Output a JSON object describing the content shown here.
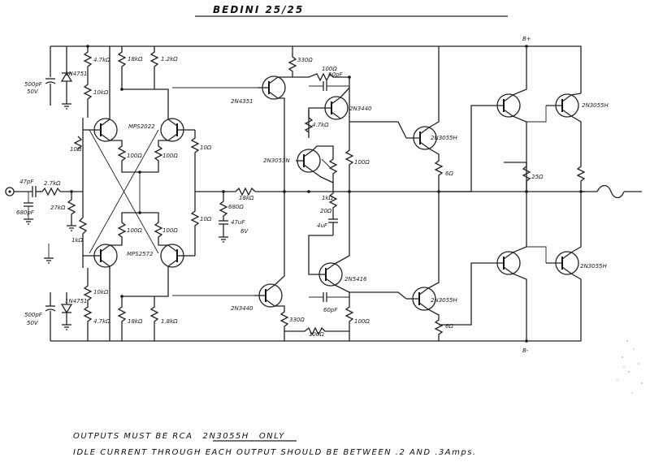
{
  "title": "BEDINI 25/25",
  "rails": {
    "positive": "B+",
    "negative": "B-"
  },
  "notes": {
    "line1_prefix": "OUTPUTS MUST BE RCA",
    "line1_part": "2N3055H",
    "line1_suffix": "ONLY",
    "line2": "IDLE CURRENT THROUGH EACH OUTPUT SHOULD BE BETWEEN .2 AND .3Amps."
  },
  "labels": {
    "c_in": "47pF",
    "r_in": "2.7kΩ",
    "c_rf": "680pF",
    "r_bias": "27kΩ",
    "r_tail": "1kΩ",
    "c_sup_top": "500pF\n50V",
    "c_sup_bot": "500pF\n50V",
    "zener_top": "1N4751",
    "zener_bot": "1N4751",
    "r_z_top": "10kΩ",
    "r_z_bot": "10kΩ",
    "r_47k_top": "4.7kΩ",
    "r_47k_bot": "4.7kΩ",
    "r_18k_a": "18kΩ",
    "r_18k_b": "18kΩ",
    "r_12k_top": "1.2kΩ",
    "r_12k_bot": "1.8kΩ",
    "r_100_a": "100Ω",
    "r_100_b": "100Ω",
    "r_100_c": "100Ω",
    "r_100_d": "100Ω",
    "r_10_a": "10Ω",
    "r_10_b": "10Ω",
    "r_10_c": "10Ω",
    "q_mps_top": "MPS2022",
    "q_mps_bot": "MPS2572",
    "r_680": "680Ω",
    "c_47u": "47uF\n6V",
    "r_fb": "18kΩ",
    "q_2n4351_top": "2N4351",
    "q_2n4351_bot": "2N3440",
    "r_330_top": "330Ω",
    "r_330_bot": "330Ω",
    "r_100_top": "100Ω",
    "r_100_bot": "100Ω",
    "c_60p_top": "60pF",
    "c_60p_bot": "60pF",
    "q_2n3440": "2N3440",
    "q_2n5416": "2N5416",
    "r_47_mid": "4.7kΩ",
    "q_2n3053": "2N3053N",
    "r_1k_mid": "1kΩ",
    "r_20": "20Ω",
    "c_4u": "4uF",
    "r_100_mid": "100Ω",
    "r_100_low": "100Ω",
    "q_drv_top": "2N3055H",
    "q_drv_bot": "2N3055H",
    "r_6_top": "6Ω",
    "r_6_bot": "6Ω",
    "q_out_top": "2N3055H",
    "q_out_bot": "2N3055H",
    "r_025": ".25Ω"
  }
}
